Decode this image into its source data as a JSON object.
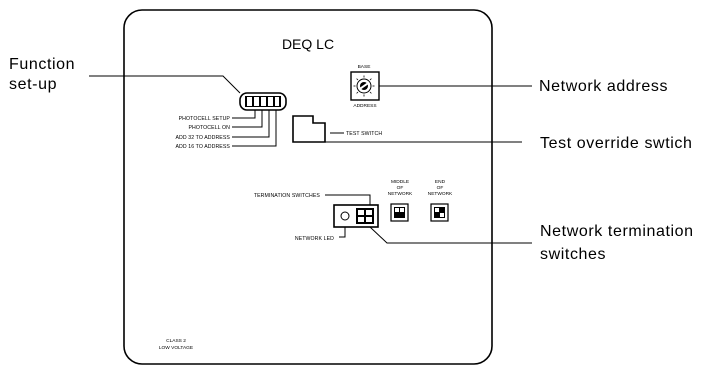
{
  "panel": {
    "title": "DEQ LC",
    "class_label_line1": "CLASS 2",
    "class_label_line2": "LOW VOLTAGE"
  },
  "dip_switch": {
    "labels": [
      "PHOTOCELL SETUP",
      "PHOTOCELL ON",
      "ADD 32 TO ADDRESS",
      "ADD 16 TO ADDRESS"
    ]
  },
  "rotary": {
    "top_label": "BASE",
    "bottom_label": "ADDRESS"
  },
  "test_switch_label": "TEST SWITCH",
  "termination": {
    "header_label": "TERMINATION SWITCHES",
    "middle_line1": "MIDDLE",
    "middle_line2": "OF",
    "middle_line3": "NETWORK",
    "end_line1": "END",
    "end_line2": "OF",
    "end_line3": "NETWORK",
    "led_label": "NETWORK LED"
  },
  "callouts": {
    "function_line1": "Function",
    "function_line2": "set-up",
    "network_address": "Network  address",
    "test_override": "Test  override  swtich",
    "termination_line1": "Network  termination",
    "termination_line2": "switches"
  },
  "colors": {
    "ink": "#000000",
    "background": "#ffffff"
  }
}
